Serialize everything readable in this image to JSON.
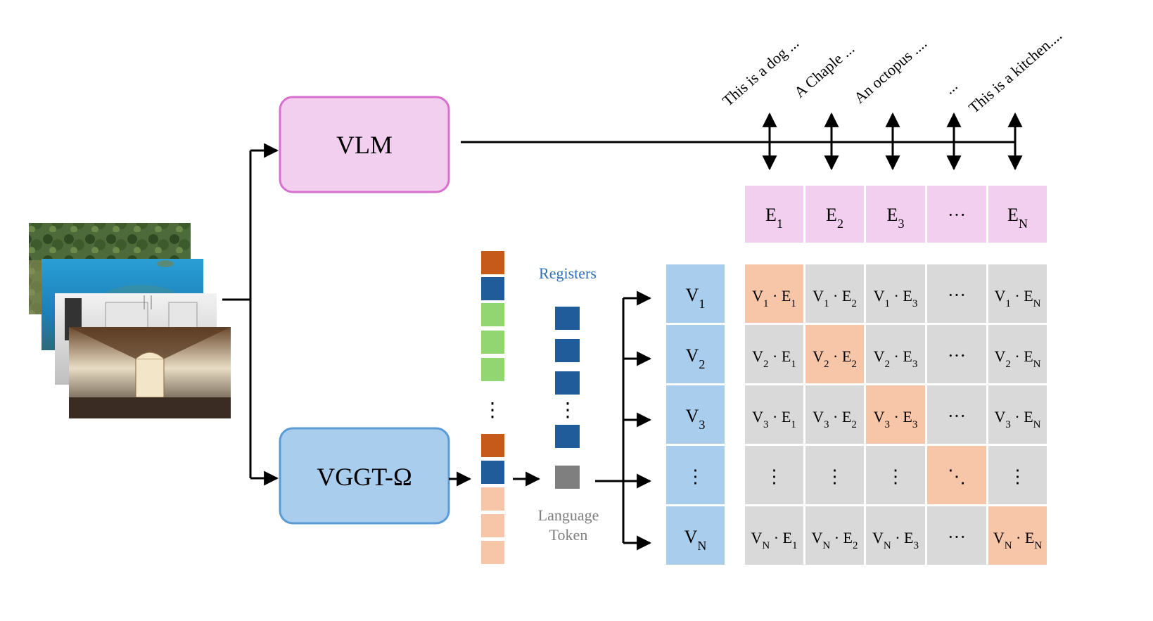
{
  "vlm_label": "VLM",
  "vggt_label": "VGGT-Ω",
  "registers_label": "Registers",
  "language_token_line1": "Language",
  "language_token_line2": "Token",
  "vertical_ellipsis": "⋮",
  "captions": [
    "This is a dog ...",
    "A Chaple ...",
    "An octopus ....",
    "...",
    "This is a kitchen...."
  ],
  "text_embeddings": [
    {
      "base": "E",
      "sub": "1"
    },
    {
      "base": "E",
      "sub": "2"
    },
    {
      "base": "E",
      "sub": "3"
    },
    {
      "base": "···",
      "sub": ""
    },
    {
      "base": "E",
      "sub": "N"
    }
  ],
  "visual_embeddings": [
    {
      "base": "V",
      "sub": "1"
    },
    {
      "base": "V",
      "sub": "2"
    },
    {
      "base": "V",
      "sub": "3"
    },
    {
      "base": "⋮",
      "sub": ""
    },
    {
      "base": "V",
      "sub": "N"
    }
  ],
  "matrix_rows": [
    [
      [
        "V",
        "1",
        "E",
        "1"
      ],
      [
        "V",
        "1",
        "E",
        "2"
      ],
      [
        "V",
        "1",
        "E",
        "3"
      ],
      "···",
      [
        "V",
        "1",
        "E",
        "N"
      ]
    ],
    [
      [
        "V",
        "2",
        "E",
        "1"
      ],
      [
        "V",
        "2",
        "E",
        "2"
      ],
      [
        "V",
        "2",
        "E",
        "3"
      ],
      "···",
      [
        "V",
        "2",
        "E",
        "N"
      ]
    ],
    [
      [
        "V",
        "3",
        "E",
        "1"
      ],
      [
        "V",
        "3",
        "E",
        "2"
      ],
      [
        "V",
        "3",
        "E",
        "3"
      ],
      "···",
      [
        "V",
        "3",
        "E",
        "N"
      ]
    ],
    [
      "⋮",
      "⋮",
      "⋮",
      "⋱",
      "⋮"
    ],
    [
      [
        "V",
        "N",
        "E",
        "1"
      ],
      [
        "V",
        "N",
        "E",
        "2"
      ],
      [
        "V",
        "N",
        "E",
        "3"
      ],
      "···",
      [
        "V",
        "N",
        "E",
        "N"
      ]
    ]
  ],
  "colors": {
    "vlm_fill": "#f2cfee",
    "vlm_stroke": "#d86fd0",
    "vggt_fill": "#a9cdec",
    "vggt_stroke": "#5b9bd5",
    "embed_pink": "#f2cfee",
    "embed_blue": "#a9cdec",
    "cell_gray": "#d9d9d9",
    "cell_diag": "#f7c6a9",
    "token_orange": "#c55a1a",
    "token_blue": "#1f5c99",
    "token_green": "#92d672",
    "token_peach": "#f7c6a9",
    "token_gray": "#7f7f7f",
    "registers_text": "#2e6fb5",
    "language_text": "#7f7f7f"
  }
}
